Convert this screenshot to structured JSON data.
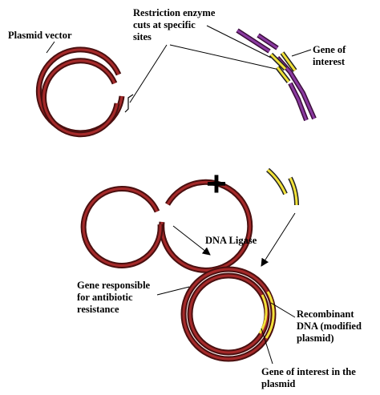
{
  "labels": {
    "plasmid_vector": "Plasmid vector",
    "restriction_enzyme": [
      "Restriction enzyme",
      "cuts at specific",
      "sites"
    ],
    "gene_of_interest": [
      "Gene of",
      "interest"
    ],
    "dna_ligase": "DNA Ligase",
    "antibiotic_gene": [
      "Gene responsible",
      "for antibiotic",
      "resistance"
    ],
    "recombinant_dna": [
      "Recombinant",
      "DNA (modified",
      "plasmid)"
    ],
    "gene_in_plasmid": [
      "Gene of interest in the",
      "plasmid"
    ],
    "plus_sign": "+"
  },
  "colors": {
    "plasmid_outer": "#4a0f0f",
    "plasmid_fill": "#a52a2a",
    "donor_dna": "#8a3aa0",
    "gene_highlight": "#f2e23a",
    "line": "#000000"
  }
}
